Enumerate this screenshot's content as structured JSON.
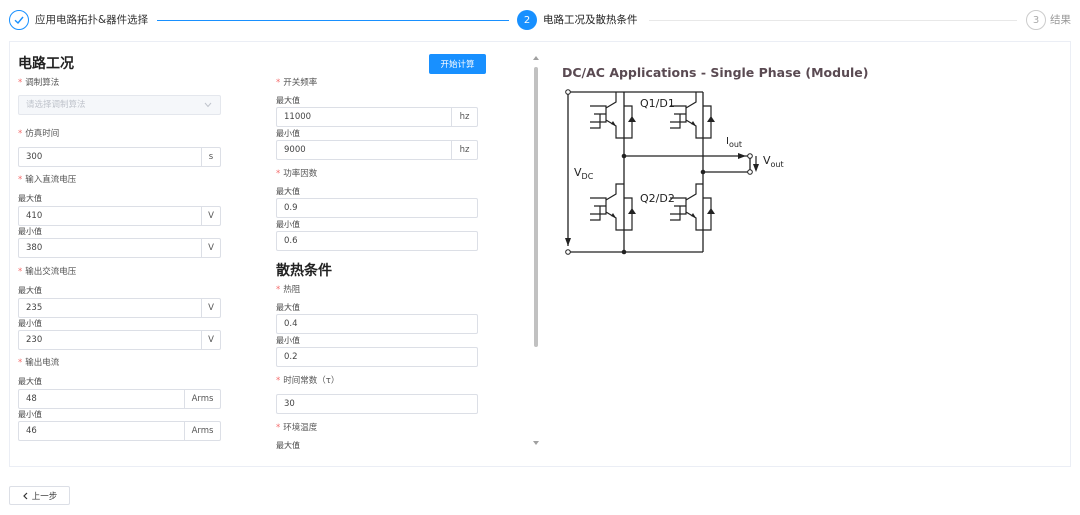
{
  "steps": [
    {
      "index": "",
      "title": "应用电路拓扑&器件选择",
      "status": "finished"
    },
    {
      "index": "2",
      "title": "电路工况及散热条件",
      "status": "active"
    },
    {
      "index": "3",
      "title": "结果",
      "status": "waiting"
    }
  ],
  "conditions": {
    "title": "电路工况",
    "calc_button": "开始计算",
    "modulation": {
      "label": "调制算法",
      "placeholder": "请选择调制算法"
    },
    "sim_time": {
      "label": "仿真时间",
      "value": "300",
      "unit": "s"
    },
    "dc_voltage": {
      "label": "输入直流电压",
      "max_label": "最大值",
      "max": "410",
      "min_label": "最小值",
      "min": "380",
      "unit": "V"
    },
    "ac_voltage": {
      "label": "输出交流电压",
      "max_label": "最大值",
      "max": "235",
      "min_label": "最小值",
      "min": "230",
      "unit": "V"
    },
    "current": {
      "label": "输出电流",
      "max_label": "最大值",
      "max": "48",
      "min_label": "最小值",
      "min": "46",
      "unit": "Arms"
    },
    "switch_freq": {
      "label": "开关频率",
      "max_label": "最大值",
      "max": "11000",
      "min_label": "最小值",
      "min": "9000",
      "unit": "hz"
    },
    "power_factor": {
      "label": "功率因数",
      "max_label": "最大值",
      "max": "0.9",
      "min_label": "最小值",
      "min": "0.6"
    }
  },
  "thermal": {
    "title": "散热条件",
    "resistance": {
      "label": "热阻",
      "max_label": "最大值",
      "max": "0.4",
      "min_label": "最小值",
      "min": "0.2"
    },
    "time_constant": {
      "label": "时间常数（τ）",
      "value": "30"
    },
    "ambient": {
      "label": "环境温度",
      "max_label": "最大值"
    }
  },
  "diagram": {
    "title": "DC/AC Applications - Single Phase (Module)",
    "q1": "Q1/D1",
    "q2": "Q2/D2",
    "vdc": "V",
    "vdc_sub": "DC",
    "iout": "I",
    "iout_sub": "out",
    "vout": "V",
    "vout_sub": "out"
  },
  "back_button": "上一步",
  "colors": {
    "primary": "#1890ff",
    "required": "#f56c6c",
    "diagram_title": "#5a4a52"
  }
}
